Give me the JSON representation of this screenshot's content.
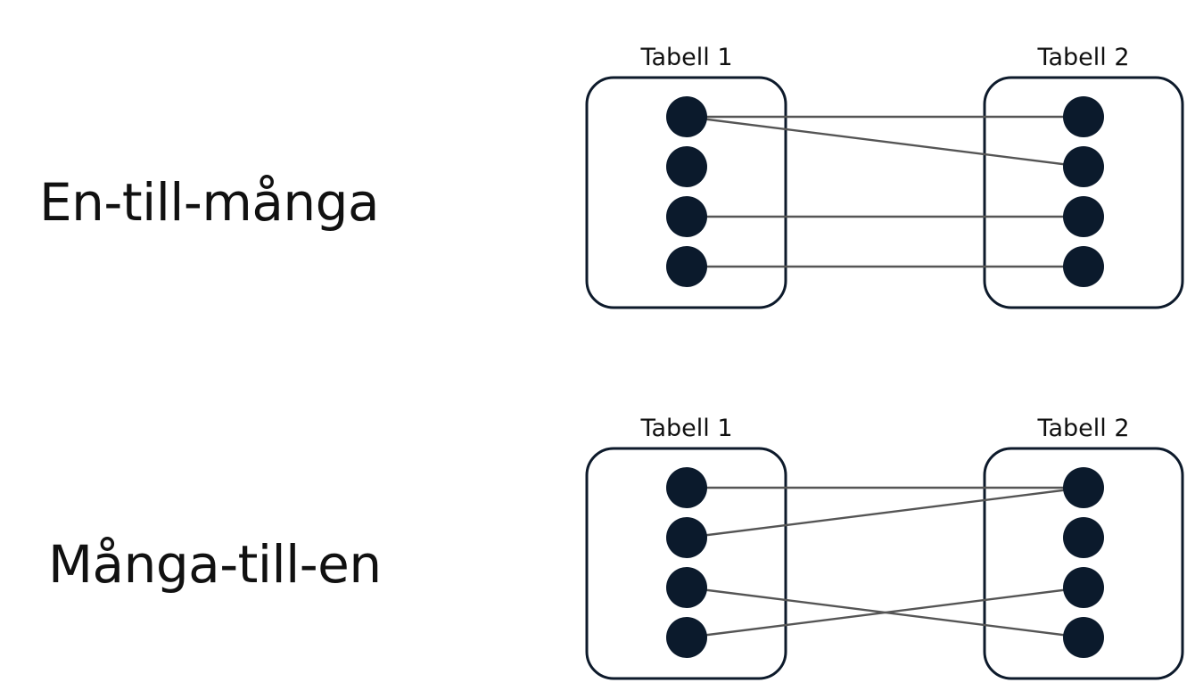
{
  "labels": {
    "top": "En-till-många",
    "bottom": "Många-till-en"
  },
  "table_titles": {
    "left": "Tabell 1",
    "right": "Tabell 2"
  },
  "colors": {
    "node": "#0b1a2c",
    "box_stroke": "#0d1a2b",
    "edge": "#555555",
    "text": "#111111"
  },
  "diagrams": [
    {
      "name": "en-till-manga",
      "nodes_per_table": 4,
      "edges": [
        [
          0,
          0
        ],
        [
          0,
          1
        ],
        [
          2,
          2
        ],
        [
          3,
          3
        ]
      ]
    },
    {
      "name": "manga-till-en",
      "nodes_per_table": 4,
      "edges": [
        [
          0,
          0
        ],
        [
          1,
          0
        ],
        [
          2,
          3
        ],
        [
          3,
          2
        ]
      ]
    }
  ]
}
